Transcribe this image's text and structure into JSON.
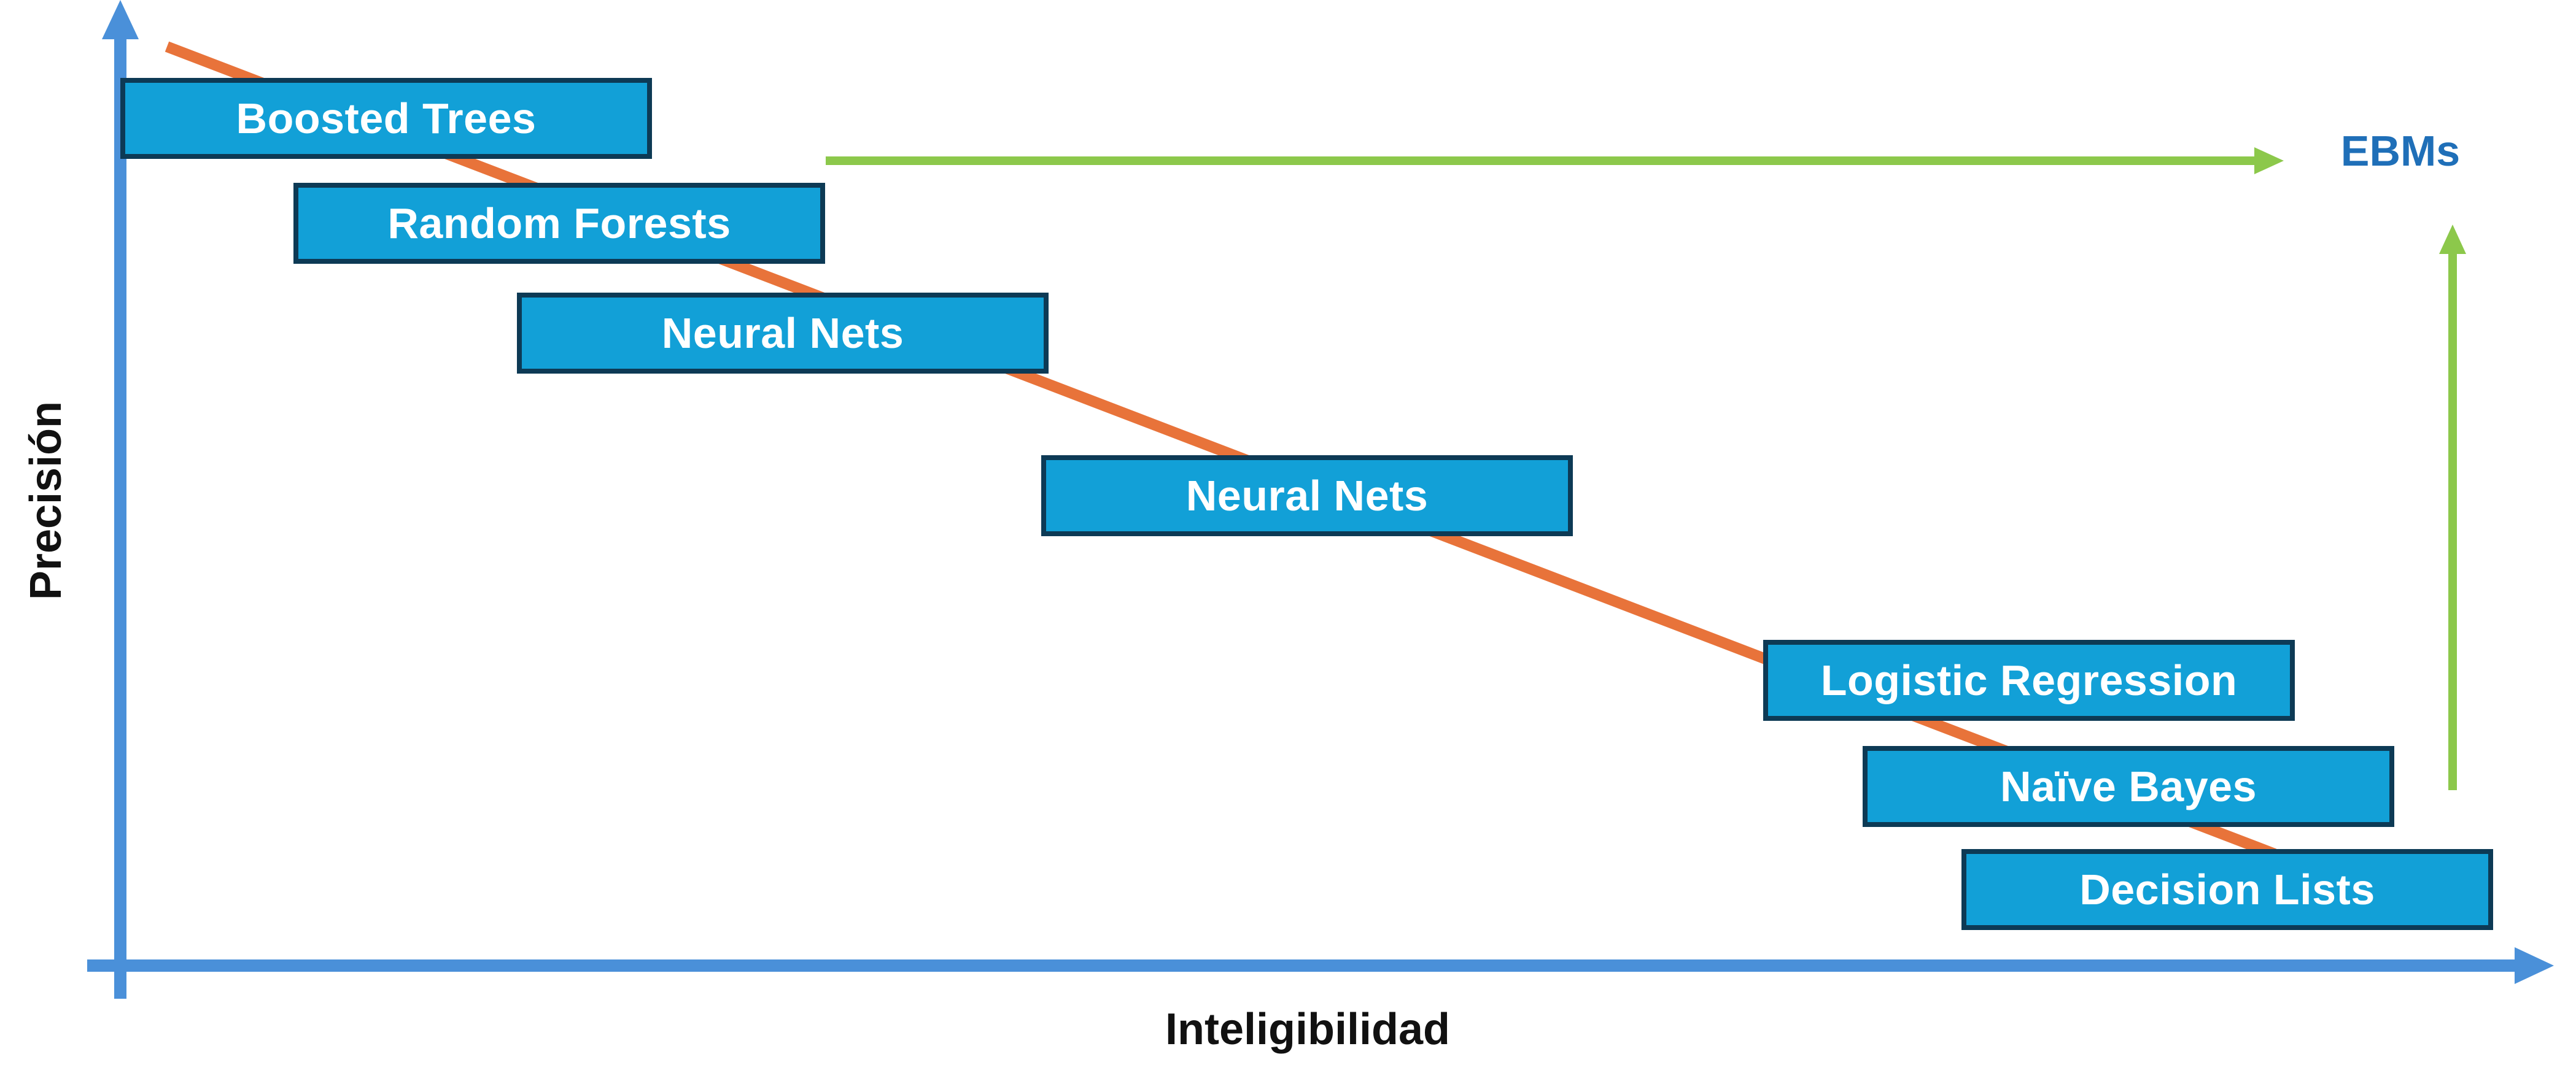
{
  "axes": {
    "x_label": "Inteligibilidad",
    "y_label": "Precisión"
  },
  "models": [
    {
      "label": "Boosted Trees"
    },
    {
      "label": "Random Forests"
    },
    {
      "label": "Neural Nets"
    },
    {
      "label": "Neural Nets"
    },
    {
      "label": "Logistic Regression"
    },
    {
      "label": "Naïve Bayes"
    },
    {
      "label": "Decision Lists"
    }
  ],
  "ebm": {
    "label": "EBMs"
  },
  "colors": {
    "axis": "#4a90d9",
    "trend_line": "#e8733a",
    "ebm_arrows": "#8cc84b",
    "box_fill": "#12a0d7",
    "box_border": "#0d3a55",
    "box_text": "#ffffff",
    "ebm_text": "#1f6fb8"
  }
}
